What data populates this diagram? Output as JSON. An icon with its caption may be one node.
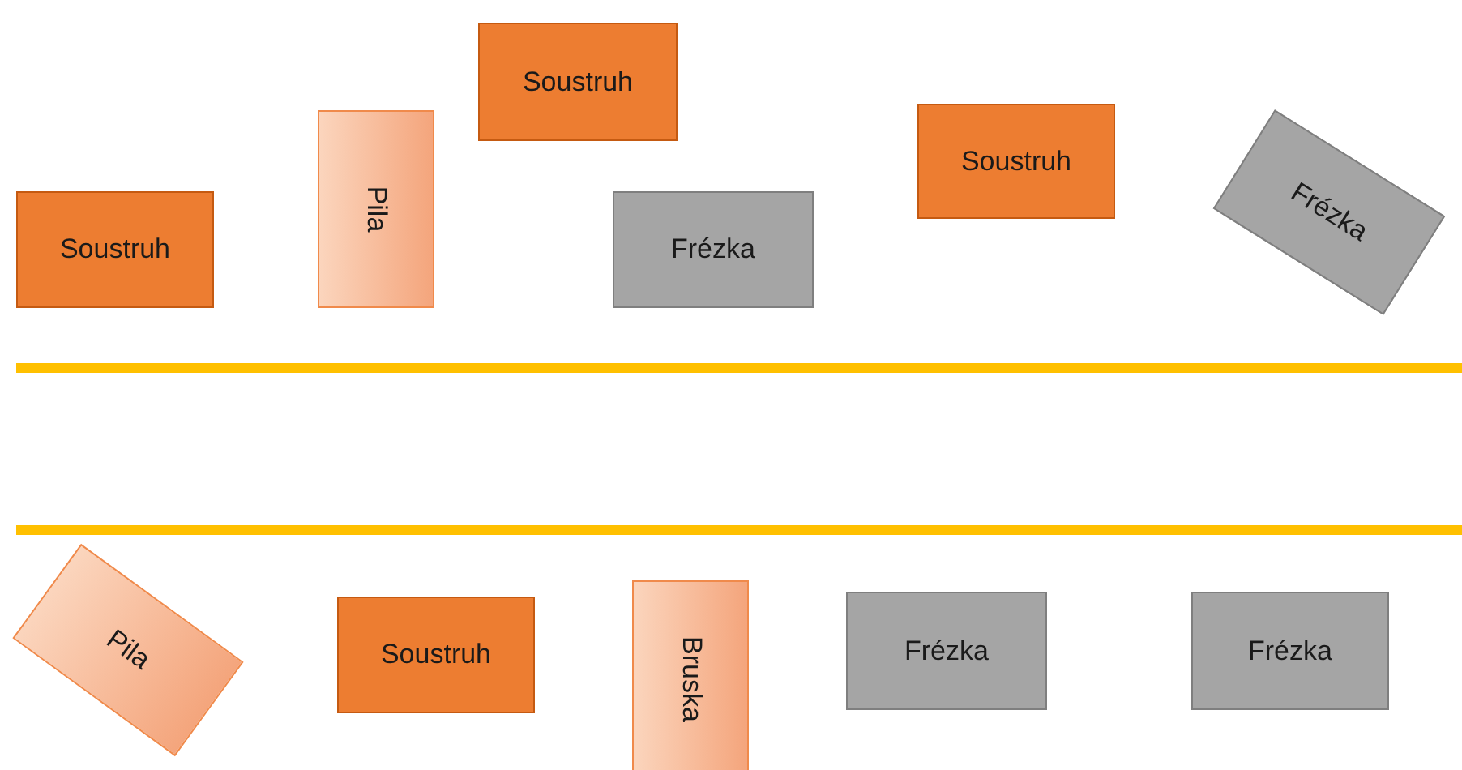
{
  "diagram": {
    "nodes": [
      {
        "text": [
          "Soustruh"
        ]
      },
      {
        "text": [
          "Pila"
        ]
      },
      {
        "text": [
          "Soustruh"
        ]
      },
      {
        "text": [
          "Frézka"
        ]
      },
      {
        "text": [
          "Soustruh"
        ]
      },
      {
        "text": [
          "Frézka"
        ]
      },
      {
        "text": [
          "Pila"
        ]
      },
      {
        "text": [
          "Soustruh"
        ]
      },
      {
        "text": [
          "Bruska"
        ]
      },
      {
        "text": [
          "Frézka"
        ]
      },
      {
        "text": [
          "Frézka"
        ]
      }
    ]
  }
}
